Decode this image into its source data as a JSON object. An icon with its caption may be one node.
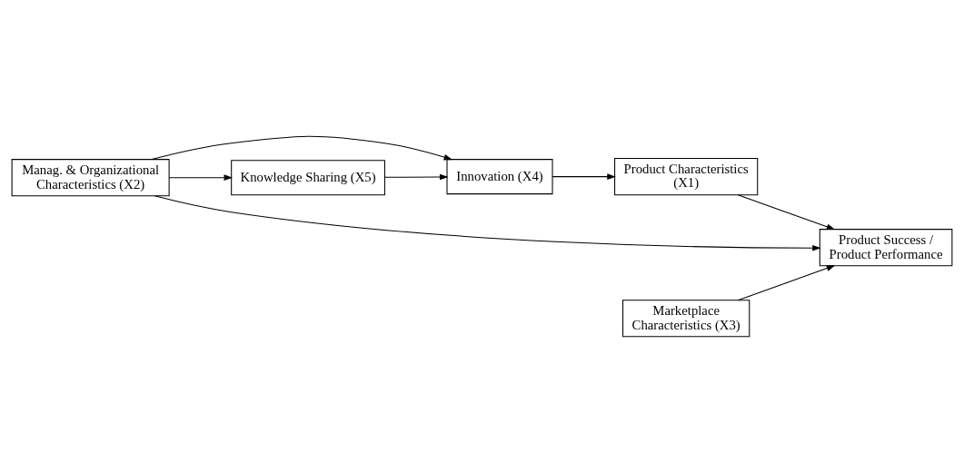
{
  "diagram": {
    "nodes": [
      {
        "text": [
          "Innovation (X4)"
        ]
      },
      {
        "text": [
          "Knowledge Sharing (X5)"
        ]
      },
      {
        "text": [
          "Product Characteristics (X1)"
        ]
      },
      {
        "text": [
          "Manag. & Organizational Characteristics (X2)"
        ]
      },
      {
        "text": [
          "Product Success / Product Performance"
        ]
      },
      {
        "text": [
          "Marketplace Characteristics (X3)"
        ]
      }
    ],
    "edges": [
      {
        "from": 1,
        "to": 0,
        "arrow": "to"
      },
      {
        "from": 3,
        "to": 1,
        "arrow": "to"
      },
      {
        "from": 3,
        "to": 0,
        "arrow": "to"
      },
      {
        "from": 0,
        "to": 2,
        "arrow": "to"
      },
      {
        "from": 2,
        "to": 4,
        "arrow": "to"
      },
      {
        "from": 3,
        "to": 4,
        "arrow": "to"
      },
      {
        "from": 5,
        "to": 4,
        "arrow": "to"
      }
    ]
  }
}
